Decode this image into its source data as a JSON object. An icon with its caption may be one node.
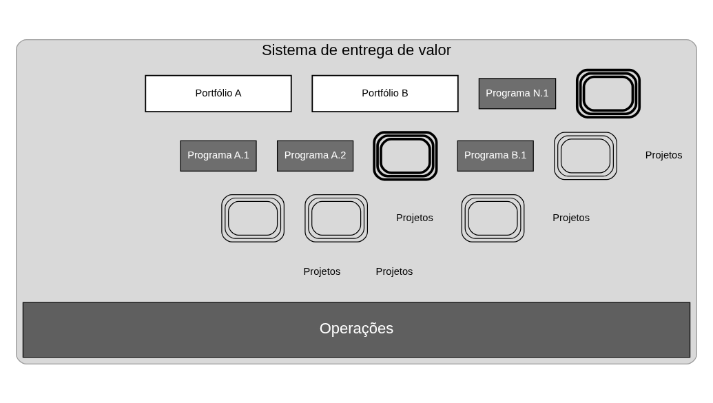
{
  "diagram": {
    "nodes": [
      {
        "text": [
          "Sistema de entrega de valor"
        ]
      },
      {
        "text": [
          "Portfólio A"
        ],
        "in": 0
      },
      {
        "text": [
          "Portfólio B"
        ],
        "in": 0
      },
      {
        "text": [
          "Programa N.1"
        ],
        "in": 0
      },
      {
        "text": [],
        "shape": "box",
        "in": 0
      },
      {
        "text": [
          "Programa A.1"
        ],
        "in": 0
      },
      {
        "text": [
          "Programa A.2"
        ],
        "in": 0
      },
      {
        "text": [],
        "shape": "box",
        "in": 0
      },
      {
        "text": [
          "Programa B.1"
        ],
        "in": 0
      },
      {
        "text": [],
        "shape": "box",
        "in": 0
      },
      {
        "text": [],
        "shape": "box",
        "in": 0
      },
      {
        "text": [],
        "shape": "box",
        "in": 0
      },
      {
        "text": [],
        "shape": "box",
        "in": 0
      },
      {
        "text": [
          "Operações"
        ],
        "in": 0
      }
    ],
    "edges": [],
    "labels": [
      "Projetos",
      "Projetos",
      "Projetos",
      "Projetos",
      "Projetos"
    ]
  }
}
